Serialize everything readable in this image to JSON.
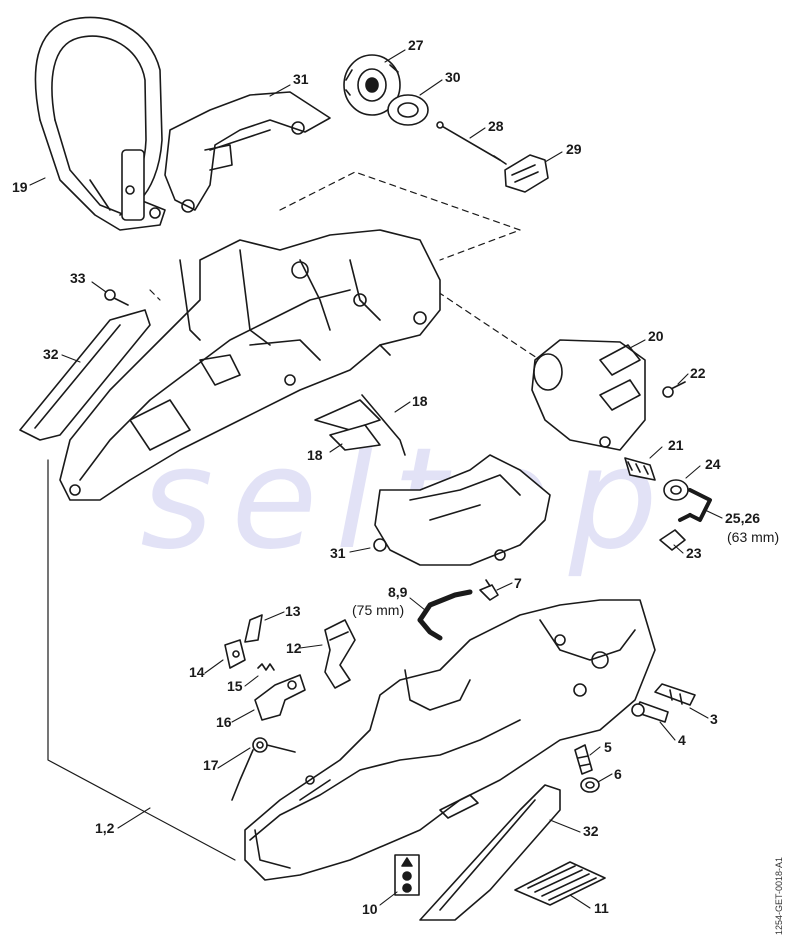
{
  "watermark": "seltop",
  "document_code": "1254-GET-0018-A1",
  "callouts": [
    {
      "id": "c27",
      "text": "27"
    },
    {
      "id": "c30",
      "text": "30"
    },
    {
      "id": "c31a",
      "text": "31"
    },
    {
      "id": "c28",
      "text": "28"
    },
    {
      "id": "c29",
      "text": "29"
    },
    {
      "id": "c19",
      "text": "19"
    },
    {
      "id": "c33",
      "text": "33"
    },
    {
      "id": "c32a",
      "text": "32"
    },
    {
      "id": "c20",
      "text": "20"
    },
    {
      "id": "c22",
      "text": "22"
    },
    {
      "id": "c18a",
      "text": "18"
    },
    {
      "id": "c18b",
      "text": "18"
    },
    {
      "id": "c21",
      "text": "21"
    },
    {
      "id": "c24",
      "text": "24"
    },
    {
      "id": "c2526",
      "text": "25,26"
    },
    {
      "id": "c23",
      "text": "23"
    },
    {
      "id": "c31b",
      "text": "31"
    },
    {
      "id": "c89",
      "text": "8,9"
    },
    {
      "id": "c7",
      "text": "7"
    },
    {
      "id": "c13",
      "text": "13"
    },
    {
      "id": "c12",
      "text": "12"
    },
    {
      "id": "c14",
      "text": "14"
    },
    {
      "id": "c15",
      "text": "15"
    },
    {
      "id": "c16",
      "text": "16"
    },
    {
      "id": "c3",
      "text": "3"
    },
    {
      "id": "c4",
      "text": "4"
    },
    {
      "id": "c5",
      "text": "5"
    },
    {
      "id": "c6",
      "text": "6"
    },
    {
      "id": "c17",
      "text": "17"
    },
    {
      "id": "c12b",
      "text": "1,2"
    },
    {
      "id": "c32b",
      "text": "32"
    },
    {
      "id": "c10",
      "text": "10"
    },
    {
      "id": "c11",
      "text": "11"
    }
  ],
  "notes": {
    "hose_25_26": "(63 mm)",
    "hose_8_9": "(75 mm)"
  }
}
